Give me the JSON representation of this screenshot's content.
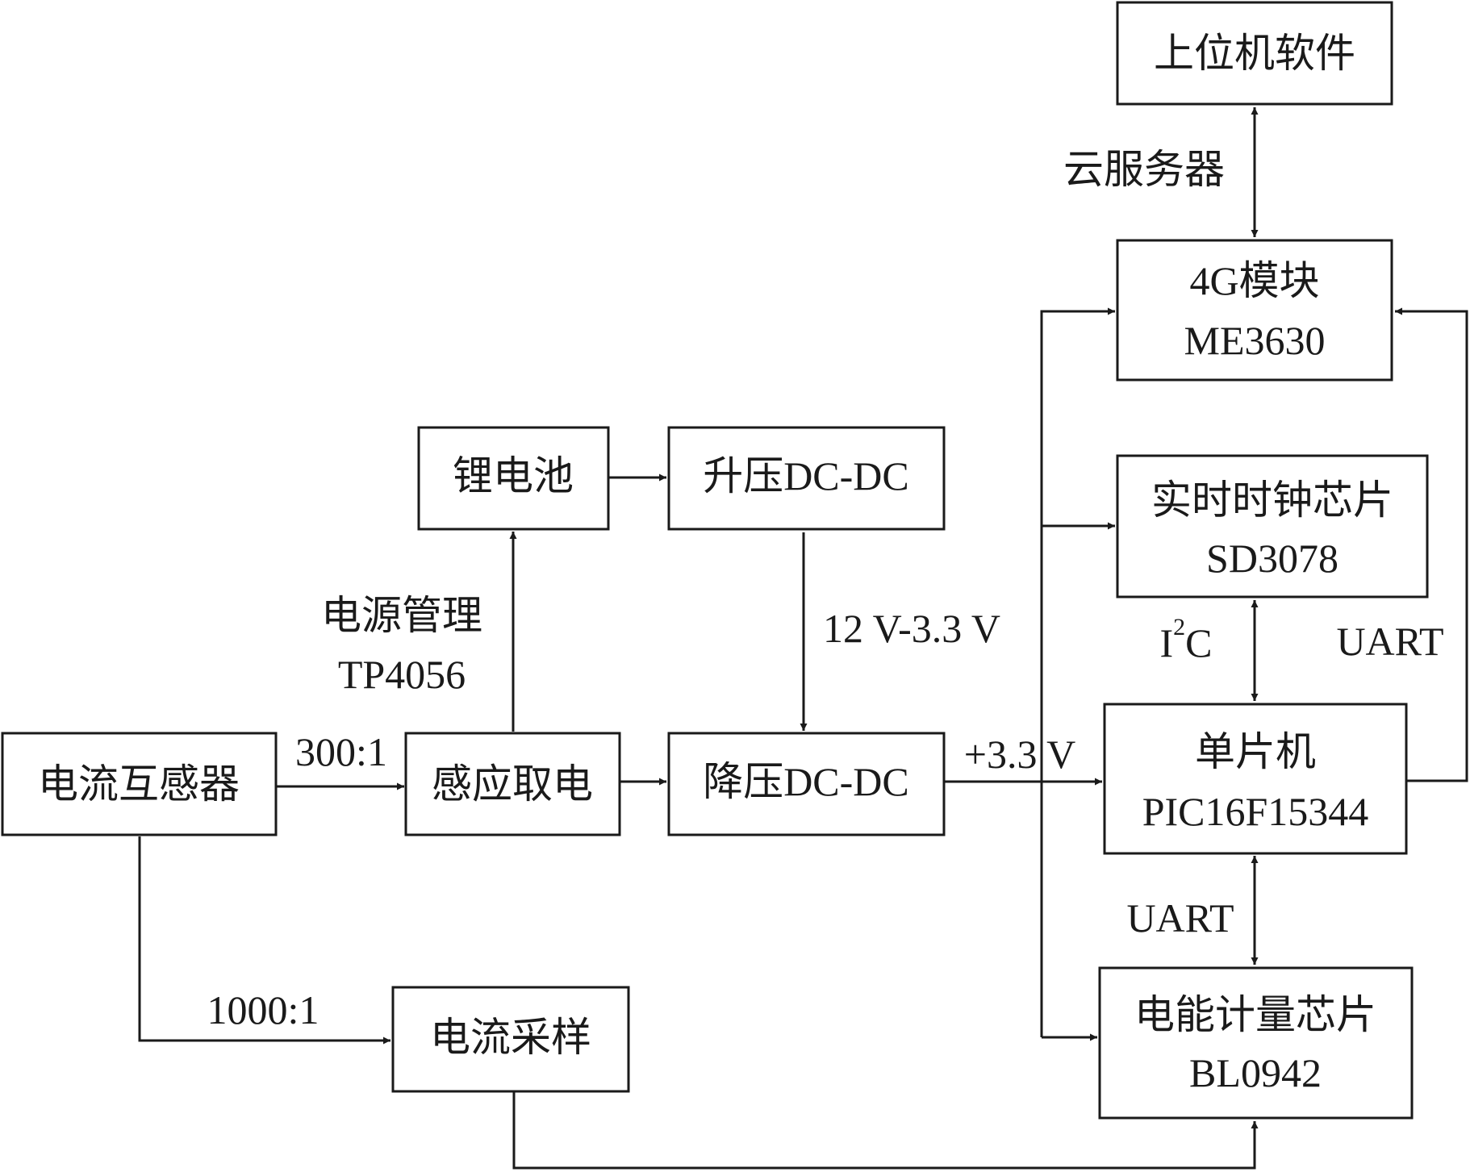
{
  "blocks": {
    "ct": {
      "line1": "电流互感器"
    },
    "induction": {
      "line1": "感应取电"
    },
    "battery": {
      "line1": "锂电池"
    },
    "boost": {
      "line1": "升压DC-DC"
    },
    "buck": {
      "line1": "降压DC-DC"
    },
    "sampling": {
      "line1": "电流采样"
    },
    "host": {
      "line1": "上位机软件"
    },
    "modem": {
      "line1": "4G模块",
      "line2": "ME3630"
    },
    "rtc": {
      "line1": "实时时钟芯片",
      "line2": "SD3078"
    },
    "mcu": {
      "line1": "单片机",
      "line2": "PIC16F15344"
    },
    "meter": {
      "line1": "电能计量芯片",
      "line2": "BL0942"
    }
  },
  "labels": {
    "ratio_300": "300:1",
    "ratio_1000": "1000:1",
    "power_mgmt_1": "电源管理",
    "power_mgmt_2": "TP4056",
    "boost_to_buck": "12 V-3.3 V",
    "rail": "+3.3 V",
    "cloud": "云服务器",
    "i2c_main": "I",
    "i2c_sup": "2",
    "i2c_tail": "C",
    "uart_right": "UART",
    "uart_lower": "UART"
  },
  "colors": {
    "ink": "#1a1a1a",
    "background": "#ffffff"
  }
}
